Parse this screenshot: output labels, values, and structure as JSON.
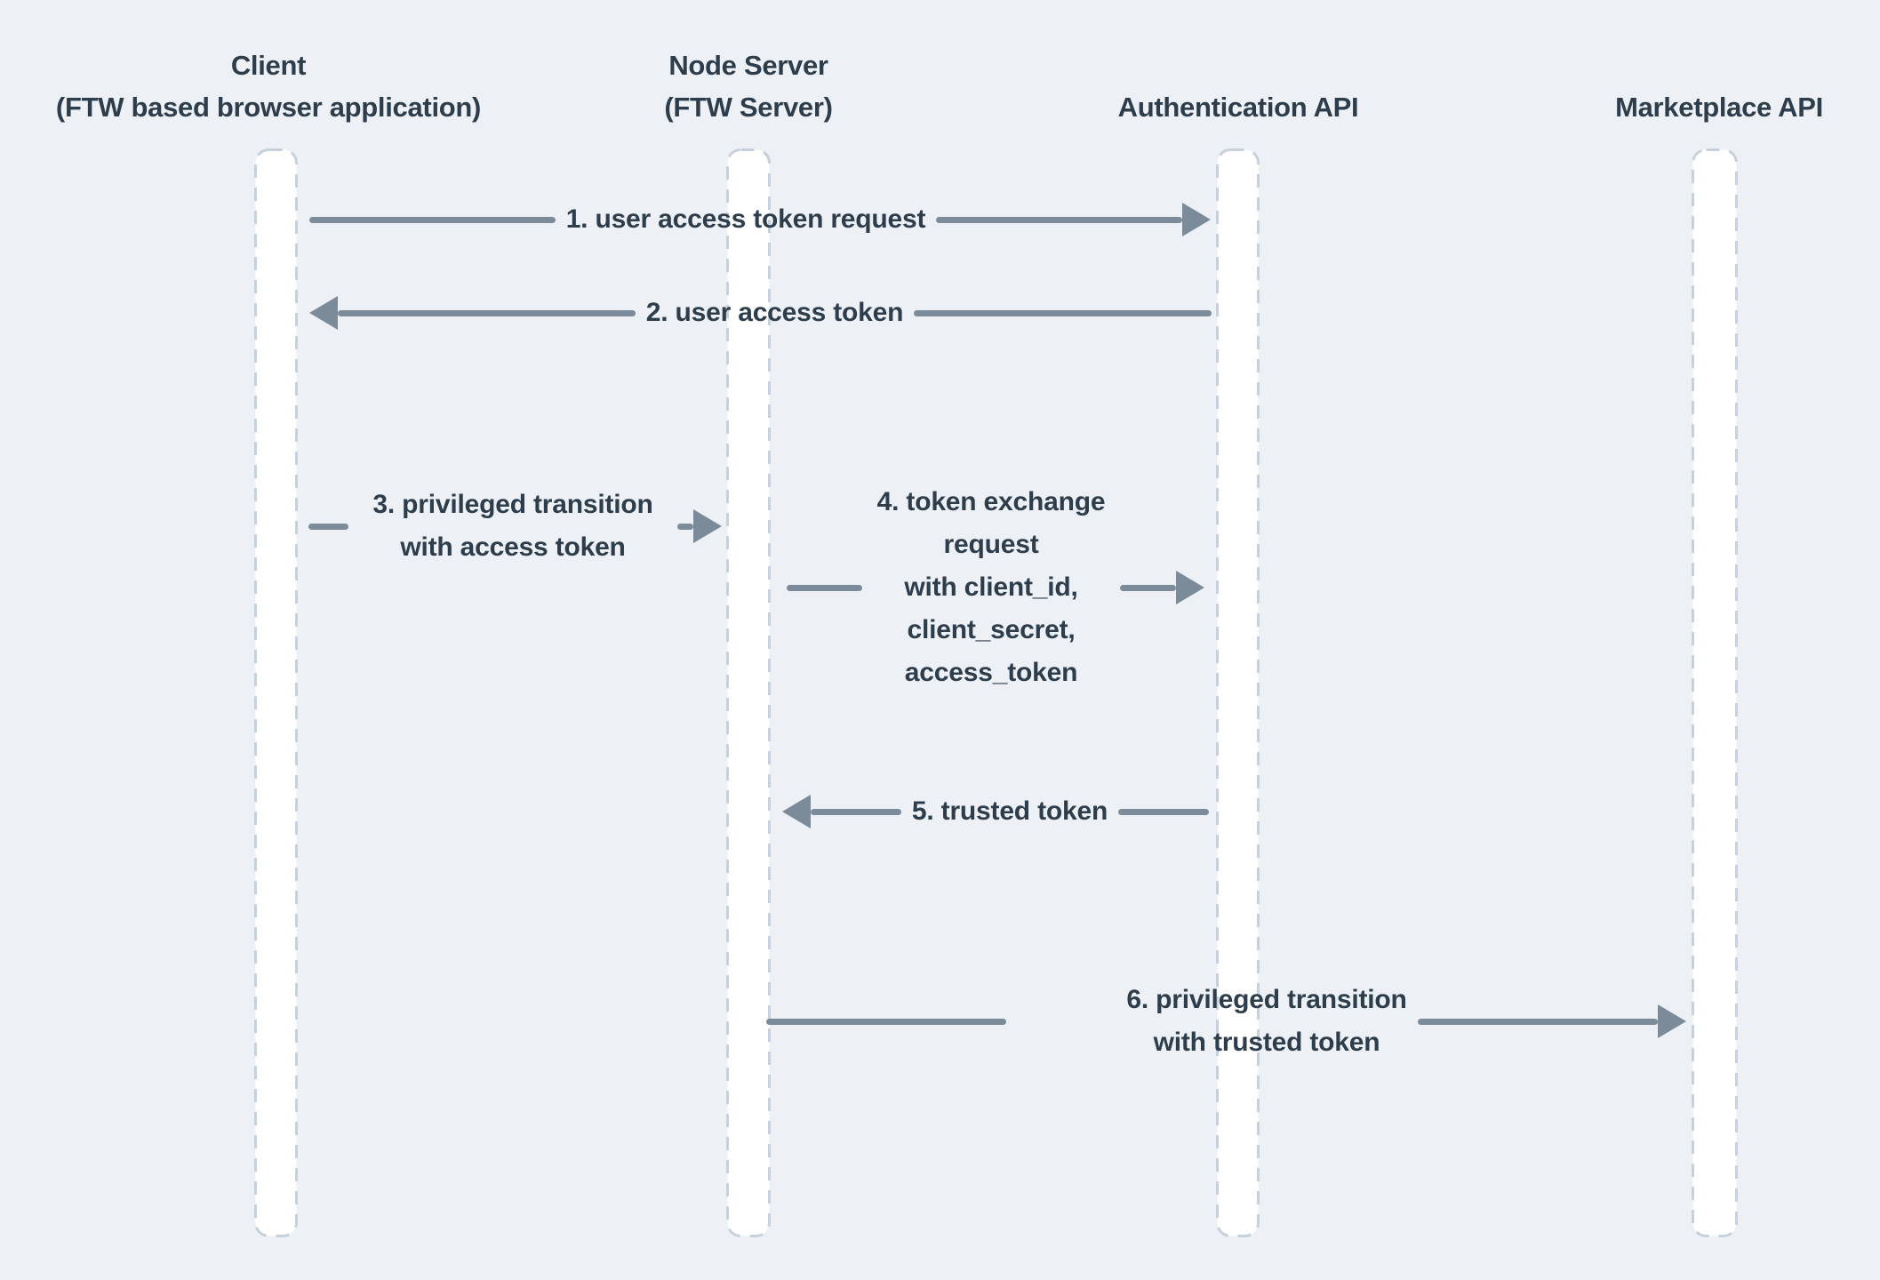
{
  "diagram_type": "sequence-diagram",
  "colors": {
    "background": "#edf1f5",
    "lifeline_fill": "#ffffff",
    "lifeline_border": "#c7d1db",
    "arrow": "#7b8b99",
    "text": "#2e3d4c"
  },
  "actors": [
    {
      "name": "Client",
      "subtitle": "(FTW based browser application)"
    },
    {
      "name": "Node Server",
      "subtitle": "(FTW Server)"
    },
    {
      "name": "Authentication API"
    },
    {
      "name": "Marketplace API"
    }
  ],
  "messages": [
    {
      "from": "Client",
      "to": "Authentication API",
      "direction": "right",
      "label_lines": [
        "1. user access token request"
      ]
    },
    {
      "from": "Authentication API",
      "to": "Client",
      "direction": "left",
      "label_lines": [
        "2. user access token"
      ]
    },
    {
      "from": "Client",
      "to": "Node Server",
      "direction": "right",
      "label_lines": [
        "3. privileged transition",
        "with access token"
      ]
    },
    {
      "from": "Node Server",
      "to": "Authentication API",
      "direction": "right",
      "label_lines": [
        "4. token exchange",
        "request",
        "with client_id,",
        "client_secret,",
        "access_token"
      ]
    },
    {
      "from": "Authentication API",
      "to": "Node Server",
      "direction": "left",
      "label_lines": [
        "5. trusted token"
      ]
    },
    {
      "from": "Node Server",
      "to": "Marketplace API",
      "direction": "right",
      "label_lines": [
        "6. privileged transition",
        "with trusted token"
      ]
    }
  ]
}
